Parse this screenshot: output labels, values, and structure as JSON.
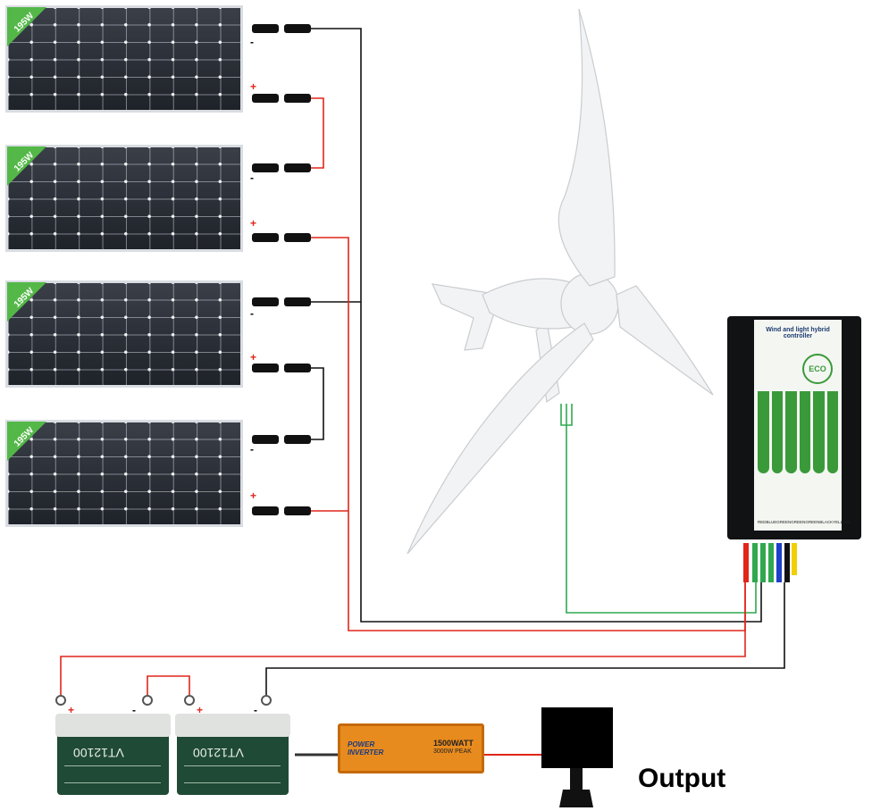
{
  "panels": [
    {
      "watt_label": "195W"
    },
    {
      "watt_label": "195W"
    },
    {
      "watt_label": "195W"
    },
    {
      "watt_label": "195W"
    }
  ],
  "controller": {
    "title": "Wind and light hybrid controller",
    "logo": "ECO",
    "terminal_labels": [
      "RED",
      "BLUE",
      "GREEN",
      "GREEN",
      "GREEN",
      "BLACK",
      "YELLOW"
    ]
  },
  "batteries": [
    {
      "model": "VT12100"
    },
    {
      "model": "VT12100"
    }
  ],
  "inverter": {
    "brand_line1": "POWER",
    "brand_line2": "INVERTER",
    "rating_line1": "1500WATT",
    "rating_line2": "3000W PEAK"
  },
  "output_label": "Output",
  "polarity": {
    "pos": "+",
    "neg": "-"
  },
  "colors": {
    "positive_wire": "#e0261a",
    "negative_wire": "#111111",
    "wind_wire": "#2fa84f",
    "controller_blue": "#1e40c8",
    "controller_yellow": "#f0d000",
    "panel_badge": "#54b848"
  }
}
